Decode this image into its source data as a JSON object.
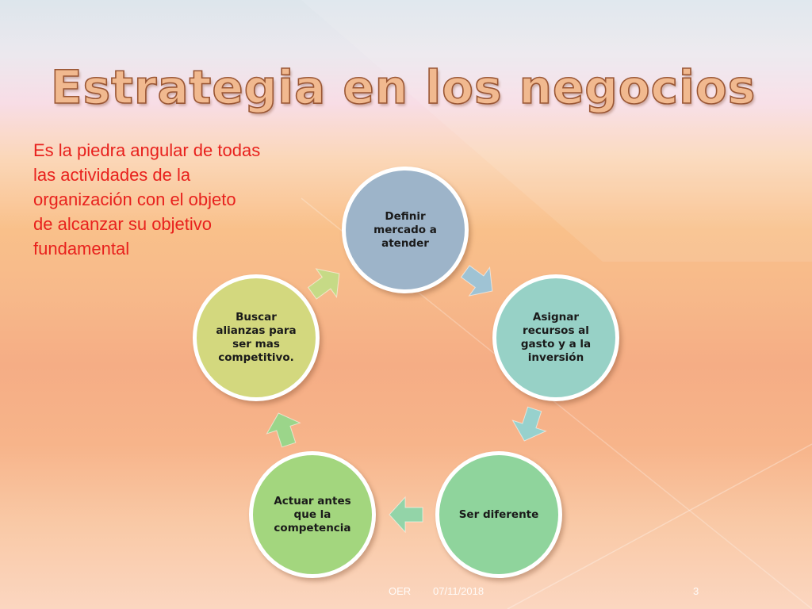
{
  "slide": {
    "title": "Estrategia en los negocios",
    "description_lines": [
      "Es la piedra angular de todas",
      "las actividades de la",
      "organización  con el objeto",
      "de alcanzar su objetivo",
      "fundamental"
    ]
  },
  "cycle": {
    "nodes": [
      {
        "label": "Definir\nmercado a\natender",
        "color": "#9db4c9"
      },
      {
        "label": "Asignar\nrecursos al\ngasto y a la\ninversión",
        "color": "#97d1c6"
      },
      {
        "label": "Ser diferente",
        "color": "#8fd49c"
      },
      {
        "label": "Actuar  antes\nque la\ncompetencia",
        "color": "#a3d67e"
      },
      {
        "label": "Buscar\nalianzas para\nser mas\ncompetitivo.",
        "color": "#d3d87e"
      }
    ],
    "arrow_colors": [
      "#9fc3d4",
      "#97d1cd",
      "#93d4a8",
      "#9bd58a",
      "#c6da86"
    ]
  },
  "footer": {
    "author": "OER",
    "date": "07/11/2018",
    "page_number": "3"
  },
  "colors": {
    "title_fill": "#f1b98f",
    "title_stroke": "#9a5634",
    "description_text": "#e8211d"
  }
}
